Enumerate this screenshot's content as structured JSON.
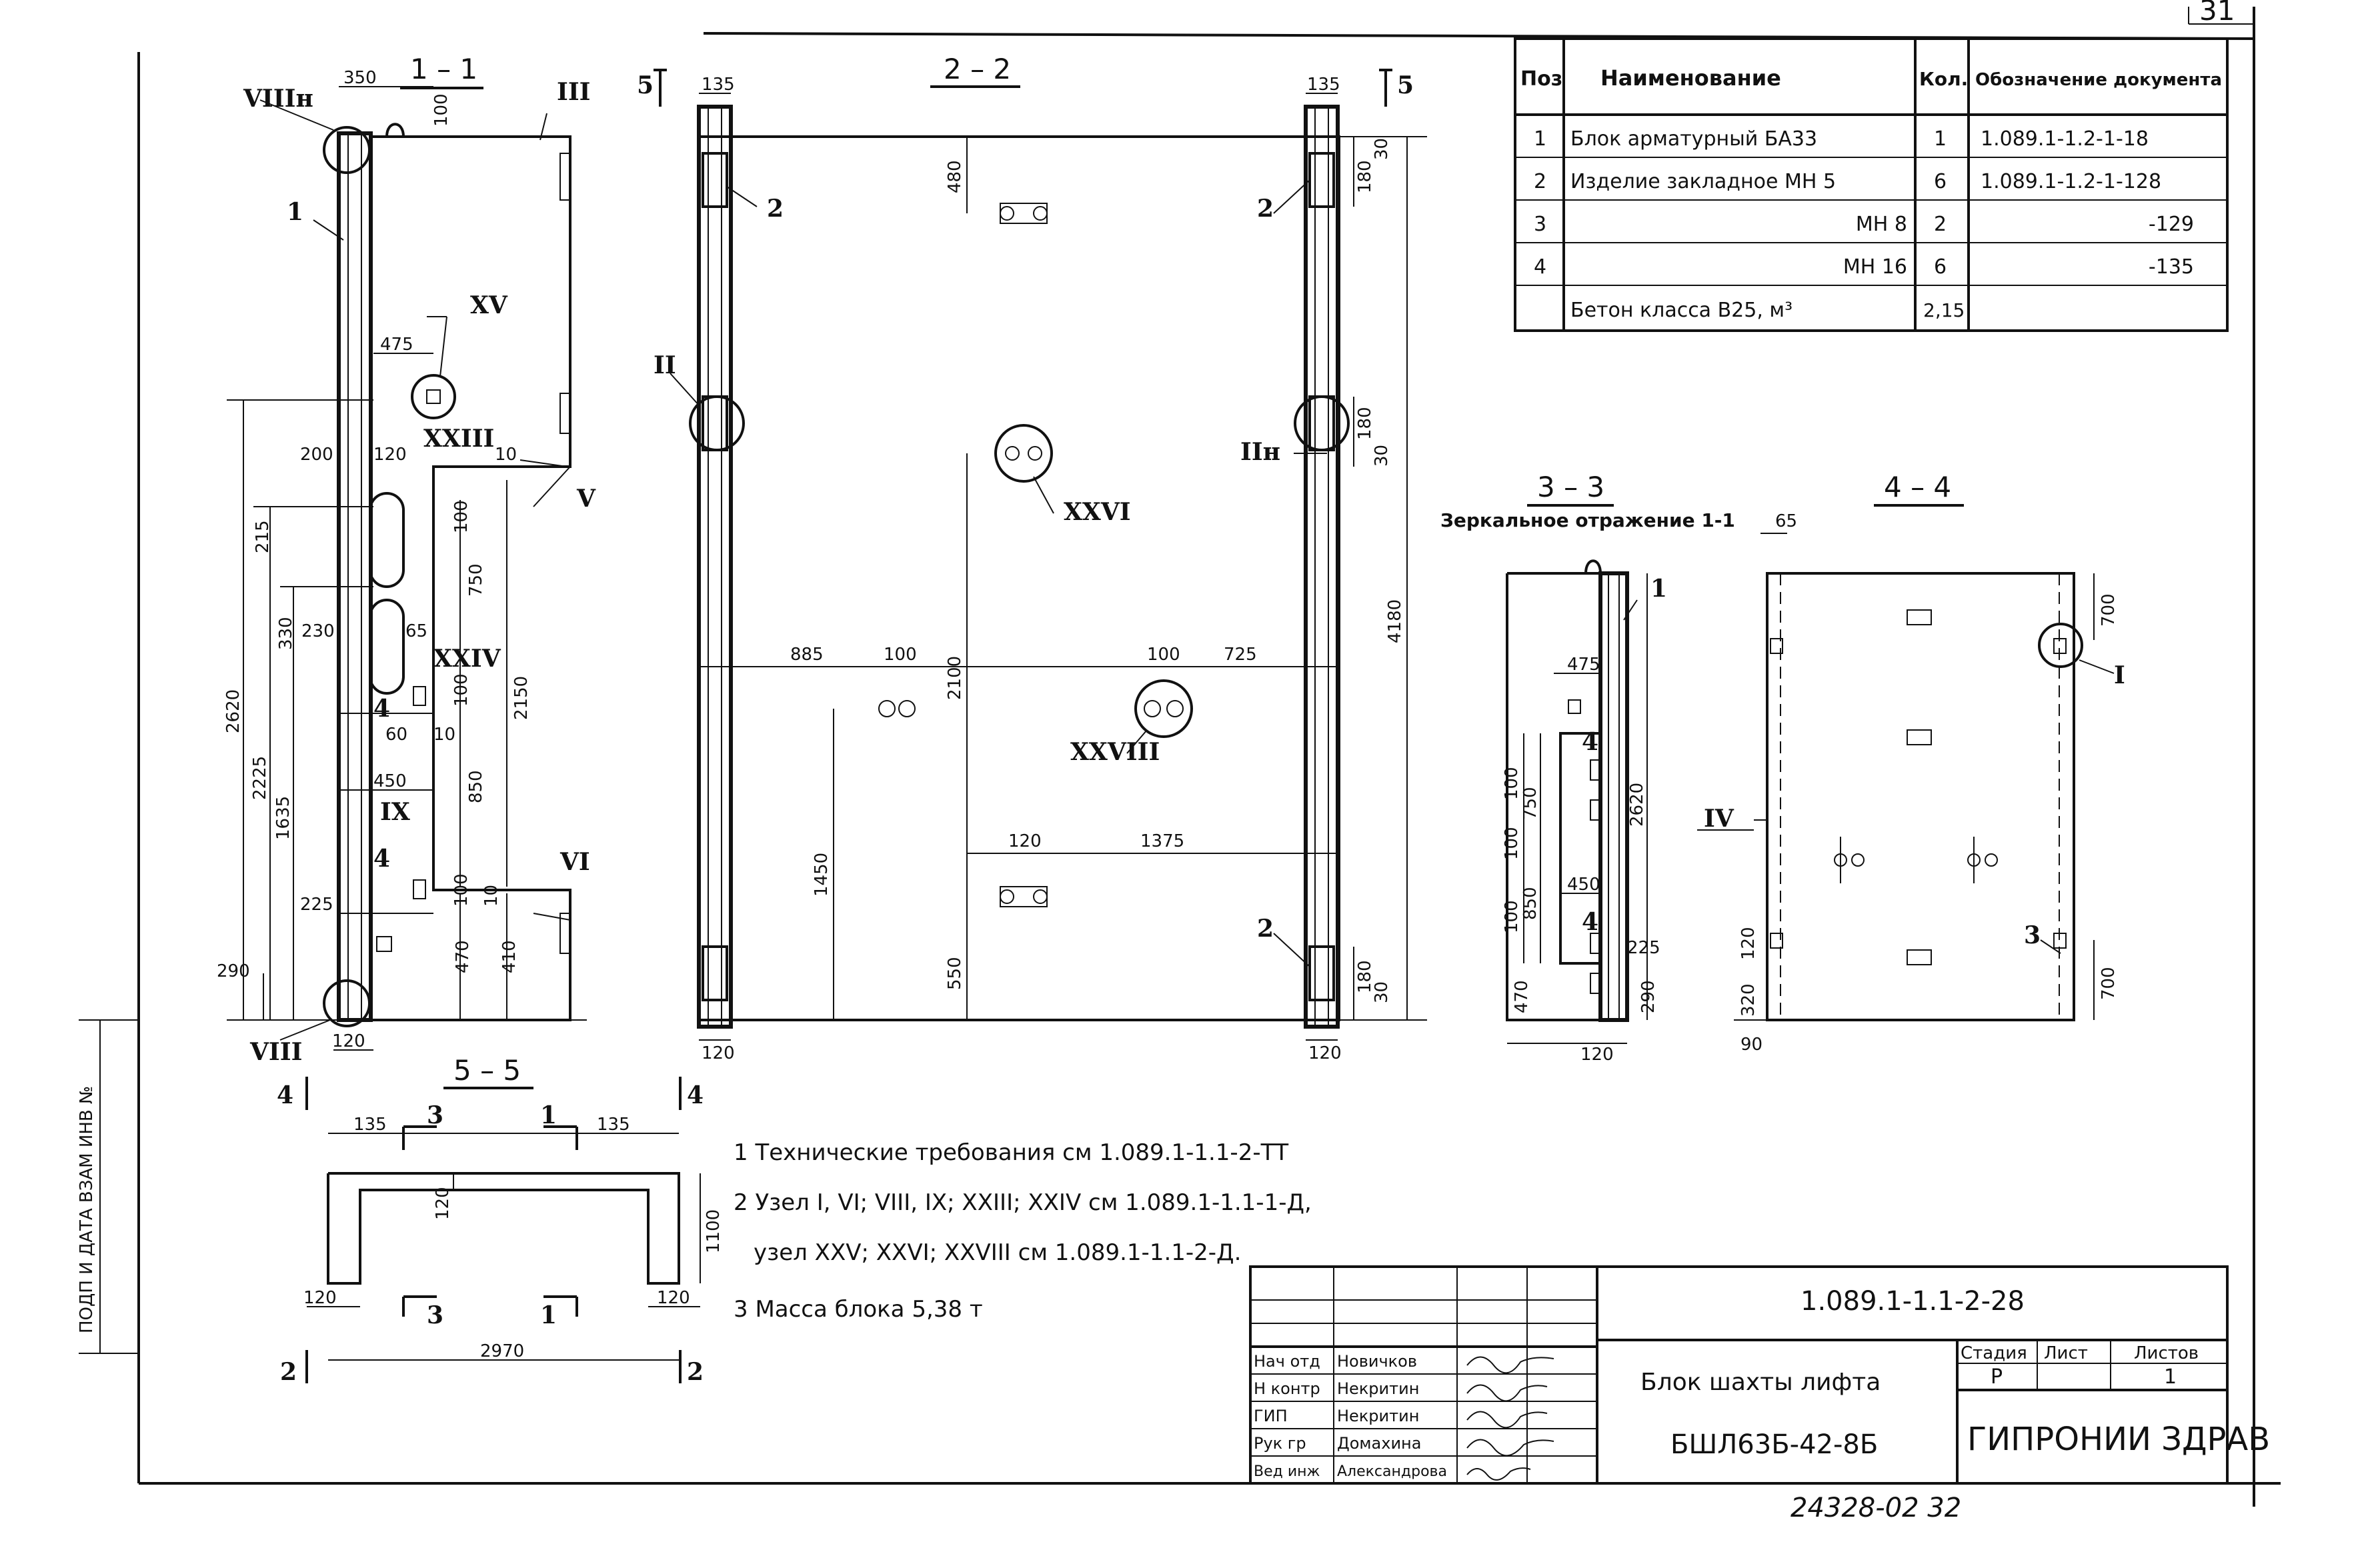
{
  "sheet": {
    "number": "31",
    "code": "1.089.1-1.1-2-28",
    "footer": "24328-02   32"
  },
  "side_stamp": "ПОДП И ДАТА  ВЗАМ ИНВ №",
  "spec": {
    "headers": {
      "pos": "Поз",
      "name": "Наименование",
      "qty": "Кол.",
      "doc": "Обозначение документа"
    },
    "rows": [
      {
        "pos": "1",
        "name": "Блок арматурный  БА33",
        "qty": "1",
        "doc": "1.089.1-1.2-1-18"
      },
      {
        "pos": "2",
        "name": "Изделие закладное  МН 5",
        "qty": "6",
        "doc": "1.089.1-1.2-1-128"
      },
      {
        "pos": "3",
        "name": "МН 8",
        "qty": "2",
        "doc": "-129"
      },
      {
        "pos": "4",
        "name": "МН 16",
        "qty": "6",
        "doc": "-135"
      },
      {
        "pos": "",
        "name": "Бетон класса  В25, м³",
        "qty": "2,15",
        "doc": ""
      }
    ]
  },
  "sections": {
    "s11": "1 – 1",
    "s22": "2 – 2",
    "s33": "3 – 3",
    "s33_note": "Зеркальное отражение 1-1",
    "s44": "4 – 4",
    "s55": "5 – 5"
  },
  "markers": {
    "cut5": "5",
    "cut4": "4",
    "cut2": "2",
    "r_VIIIn": "VIIIн",
    "r_VIII": "VIII",
    "r_III": "III",
    "r_XV": "XV",
    "r_XXIII": "XXIII",
    "r_V": "V",
    "r_XXIV": "XXIV",
    "r_IX": "IX",
    "r_VI": "VI",
    "r_II": "II",
    "r_IIn": "IIн",
    "r_XXVI": "XXVI",
    "r_XXVIII": "XXVIII",
    "r_IV": "IV",
    "r_I": "I",
    "p1": "1",
    "p2": "2",
    "p3": "3",
    "p4": "4"
  },
  "dims": {
    "d350": "350",
    "d100": "100",
    "d475": "475",
    "d200": "200",
    "d120": "120",
    "d10": "10",
    "d215": "215",
    "d330": "330",
    "d230": "230",
    "d750": "750",
    "d65": "65",
    "d60": "60",
    "d2150": "2150",
    "d450": "450",
    "d850": "850",
    "d2620": "2620",
    "d2225": "2225",
    "d1635": "1635",
    "d225": "225",
    "d290": "290",
    "d470": "470",
    "d410": "410",
    "d135": "135",
    "d480": "480",
    "d180": "180",
    "d30": "30",
    "d885": "885",
    "d2100": "2100",
    "d725": "725",
    "d4180": "4180",
    "d1450": "1450",
    "d1375": "1375",
    "d550": "550",
    "d700": "700",
    "d320": "320",
    "d90": "90",
    "d1100": "1100",
    "d2970": "2970"
  },
  "notes": [
    "1 Технические требования см 1.089.1-1.1-2-ТТ",
    "2 Узел I, VI; VIII, IX; XXIII; XXIV см 1.089.1-1.1-1-Д,",
    "узел XXV; XXVI; XXVIII см 1.089.1-1.1-2-Д.",
    "3 Масса блока 5,38 т"
  ],
  "title_block": {
    "name": "Блок шахты лифта",
    "mark": "БШЛ63Б-42-8Б",
    "org": "ГИПРОНИИ ЗДРАВ",
    "stage_h": "Стадия",
    "sheet_h": "Лист",
    "sheets_h": "Листов",
    "stage": "Р",
    "sheets": "1",
    "signers": [
      {
        "role": "Нач отд",
        "name": "Новичков"
      },
      {
        "role": "Н контр",
        "name": "Некритин"
      },
      {
        "role": "ГИП",
        "name": "Некритин"
      },
      {
        "role": "Рук гр",
        "name": "Домахина"
      },
      {
        "role": "Вед инж",
        "name": "Александрова"
      }
    ]
  }
}
